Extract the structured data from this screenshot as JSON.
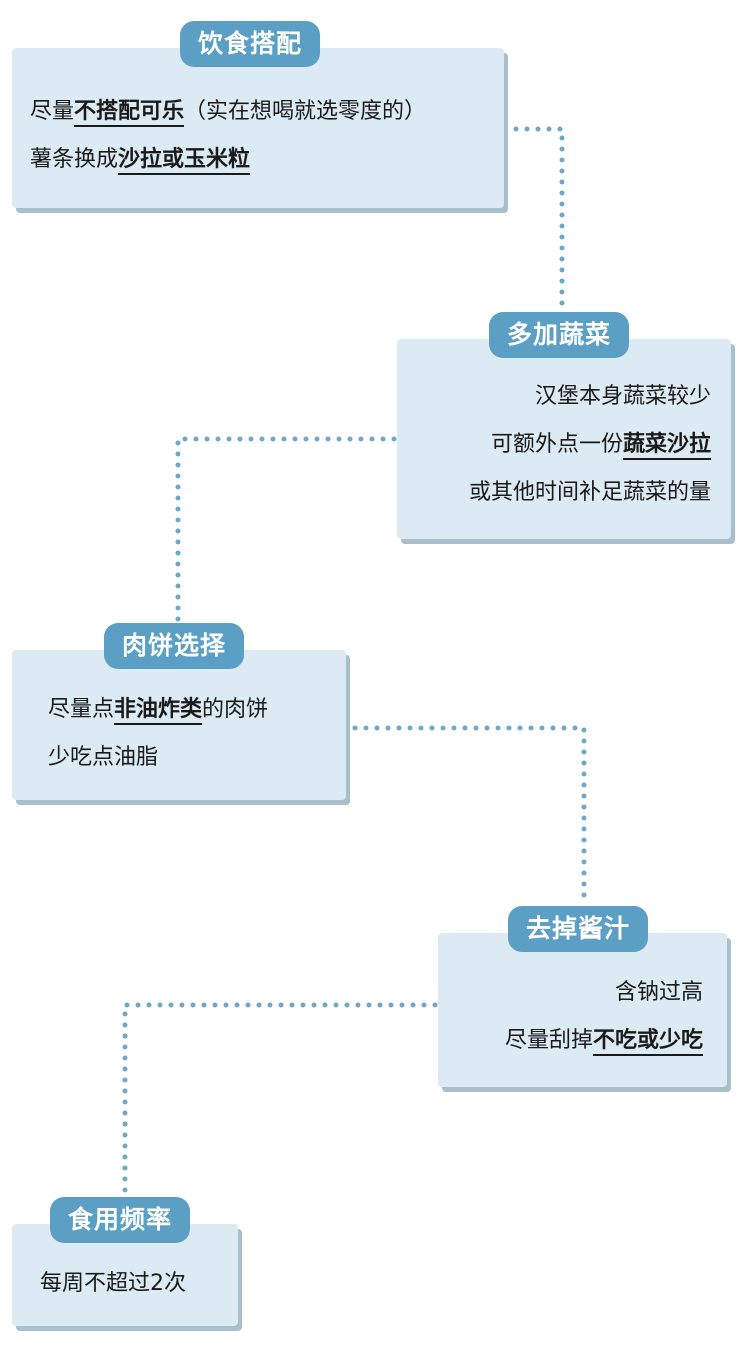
{
  "steps": [
    {
      "title": "饮食搭配",
      "lines": [
        {
          "a": "尽量",
          "em": "不搭配可乐",
          "b": "（实在想喝就选零度的）"
        },
        {
          "a": "薯条换成",
          "em": "沙拉或玉米粒",
          "b": ""
        }
      ]
    },
    {
      "title": "多加蔬菜",
      "lines": [
        {
          "a": "汉堡本身蔬菜较少",
          "em": "",
          "b": ""
        },
        {
          "a": "可额外点一份",
          "em": "蔬菜沙拉",
          "b": ""
        },
        {
          "a": "或其他时间补足蔬菜的量",
          "em": "",
          "b": ""
        }
      ]
    },
    {
      "title": "肉饼选择",
      "lines": [
        {
          "a": "尽量点",
          "em": "非油炸类",
          "b": "的肉饼"
        },
        {
          "a": "少吃点油脂",
          "em": "",
          "b": ""
        }
      ]
    },
    {
      "title": "去掉酱汁",
      "lines": [
        {
          "a": "含钠过高",
          "em": "",
          "b": ""
        },
        {
          "a": "尽量刮掉",
          "em": "不吃或少吃",
          "b": ""
        }
      ]
    },
    {
      "title": "食用频率",
      "lines": [
        {
          "a": "每周不超过2次",
          "em": "",
          "b": ""
        }
      ]
    }
  ],
  "colors": {
    "card": "#dbeaf3",
    "card_shadow": "#a9bfcc",
    "tag": "#5b9fc5",
    "connector": "#6fa8c7"
  }
}
